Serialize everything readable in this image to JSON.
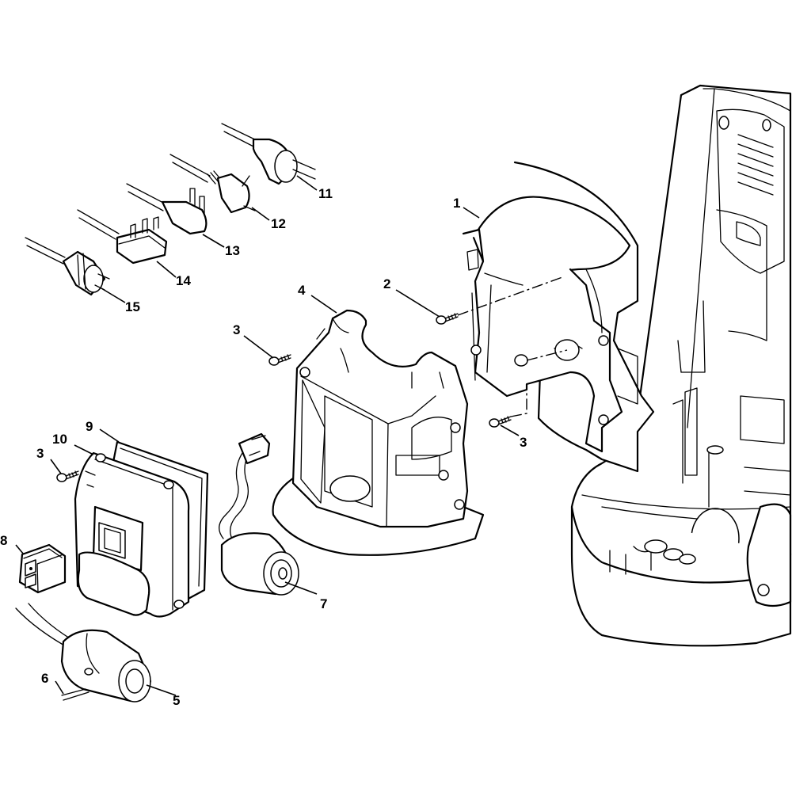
{
  "diagram": {
    "callouts": [
      "1",
      "2",
      "3",
      "3",
      "3",
      "4",
      "5",
      "6",
      "7",
      "8",
      "9",
      "10",
      "11",
      "12",
      "13",
      "14",
      "15"
    ]
  }
}
